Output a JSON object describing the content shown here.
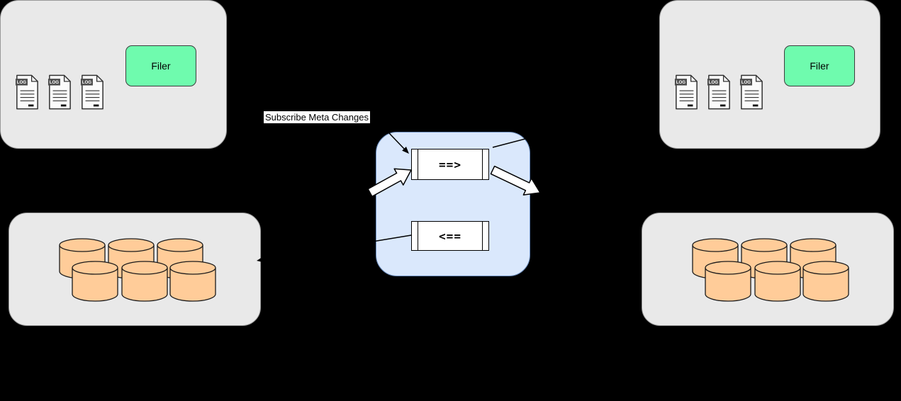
{
  "labels": {
    "subscribe_meta_changes": "Subscribe Meta Changes"
  },
  "clusters": {
    "left": {
      "filer_label": "Filer",
      "log_files": [
        "LOG",
        "LOG",
        "LOG"
      ]
    },
    "right": {
      "filer_label": "Filer",
      "log_files": [
        "LOG",
        "LOG",
        "LOG"
      ]
    }
  },
  "broker": {
    "queues": [
      {
        "label": "==>"
      },
      {
        "label": "<=="
      }
    ]
  },
  "storage": {
    "left": {
      "cylinder_count": 6
    },
    "right": {
      "cylinder_count": 6
    }
  },
  "colors": {
    "background": "#000000",
    "panel_fill": "#E9E9E9",
    "panel_border": "#999999",
    "broker_fill": "#DAE8FC",
    "broker_border": "#6C8EBF",
    "filer_fill": "#6FFBAE",
    "cylinder_fill": "#FFCC99",
    "queue_fill": "#FFFFFF",
    "arrow_color": "#000000",
    "label_background": "#FFFFFF"
  }
}
